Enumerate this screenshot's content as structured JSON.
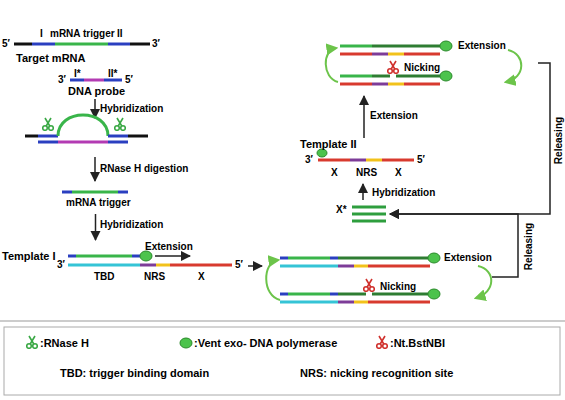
{
  "diagram": {
    "nodes": [
      {
        "text": [
          "I",
          "mRNA trigger",
          "II",
          "5′",
          "3′",
          "Target mRNA"
        ]
      },
      {
        "text": [
          "3′",
          "I*",
          "II*",
          "5′",
          "DNA probe"
        ]
      },
      {
        "text": [
          "mRNA trigger"
        ]
      },
      {
        "text": [
          "Template I",
          "3′",
          "TBD",
          "NRS",
          "X",
          "5′",
          "Extension"
        ]
      },
      {
        "text": [
          "Extension",
          "Nicking"
        ]
      },
      {
        "text": [
          "X*"
        ]
      },
      {
        "text": [
          "Template II",
          "3′",
          "X",
          "NRS",
          "X",
          "5′"
        ]
      },
      {
        "text": [
          "Extension",
          "Nicking"
        ]
      }
    ],
    "edges": [
      {
        "from": 2,
        "to": 3,
        "label": "Hybridization",
        "arrow": "to"
      },
      {
        "from": 3,
        "to": 4,
        "arrow": "to"
      },
      {
        "from": 4,
        "to": 5,
        "label": "Releasing",
        "arrow": "to"
      },
      {
        "from": 5,
        "to": 6,
        "label": "Hybridization",
        "arrow": "to"
      },
      {
        "from": 6,
        "to": 7,
        "label": "Extension",
        "arrow": "to"
      },
      {
        "from": 7,
        "to": 5,
        "label": "Releasing",
        "arrow": "to"
      }
    ],
    "labels": [
      "Hybridization",
      "RNase H digestion"
    ],
    "legend": [
      {
        "text": ":RNase H"
      },
      {
        "text": ":Vent exo- DNA polymerase"
      },
      {
        "text": ":Nt.BstNBI"
      },
      {
        "text": "TBD: trigger binding domain"
      },
      {
        "text": "NRS: nicking recognition site"
      }
    ]
  }
}
